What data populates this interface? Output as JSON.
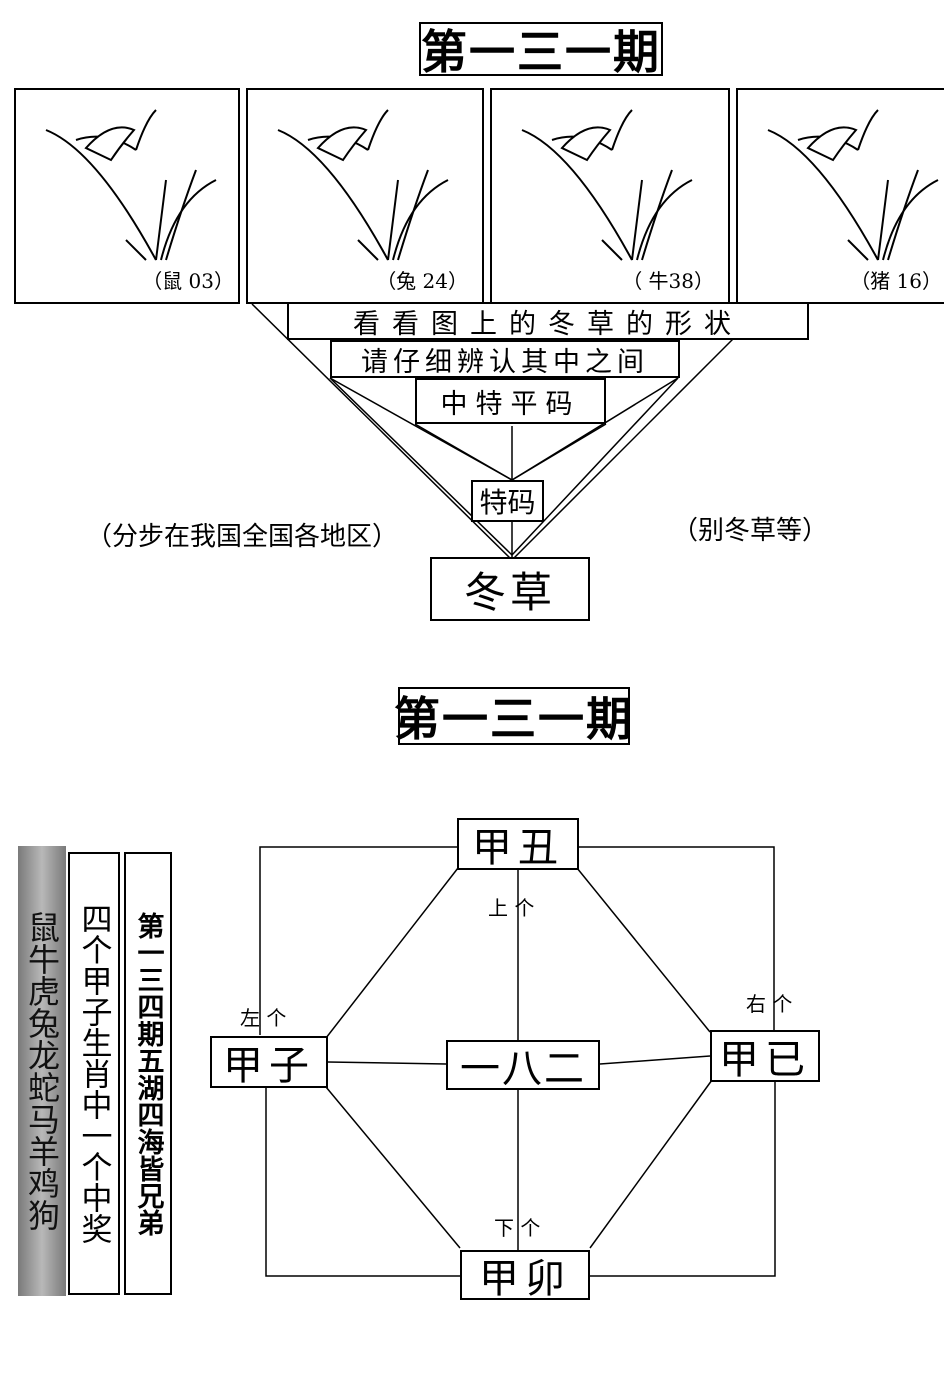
{
  "top_title": "第一三一期",
  "panels": [
    {
      "caption": "（鼠 03）"
    },
    {
      "caption": "（兔 24）"
    },
    {
      "caption": "（ 牛38）"
    },
    {
      "caption": "（猪 16）"
    }
  ],
  "funnel": {
    "line1": "看看图上的冬草的形状",
    "line2": "请仔细辨认其中之间",
    "line3": "中特平码",
    "special": "特码",
    "answer": "冬草",
    "note_left": "（分步在我国全国各地区）",
    "note_right": "（别冬草等）"
  },
  "second_title": "第一三一期",
  "side_columns": {
    "zodiac": "鼠牛虎兔龙蛇马羊鸡狗",
    "hint1": "四个甲子生肖中一个中奖",
    "hint2": "第一三四期五湖四海皆兄弟"
  },
  "diagram": {
    "top": "甲丑",
    "left": "甲子",
    "center": "一八二",
    "right": "甲已",
    "bottom": "甲卯",
    "label_top": "上 个",
    "label_left": "左 个",
    "label_right": "右 个",
    "label_bottom": "下 个"
  }
}
